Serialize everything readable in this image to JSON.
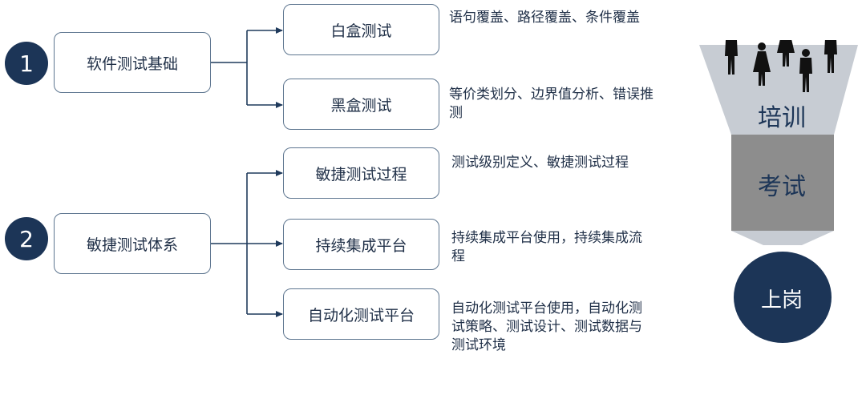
{
  "sections": [
    {
      "number": "1",
      "title": "软件测试基础",
      "items": [
        {
          "label": "白盒测试",
          "desc": "语句覆盖、路径覆盖、条件覆盖"
        },
        {
          "label": "黑盒测试",
          "desc": "等价类划分、边界值分析、错误推测"
        }
      ]
    },
    {
      "number": "2",
      "title": "敏捷测试体系",
      "items": [
        {
          "label": "敏捷测试过程",
          "desc": "测试级别定义、敏捷测试过程"
        },
        {
          "label": "持续集成平台",
          "desc": "持续集成平台使用，持续集成流程"
        },
        {
          "label": "自动化测试平台",
          "desc": "自动化测试平台使用，自动化测试策略、测试设计、测试数据与测试环境"
        }
      ]
    }
  ],
  "funnel": {
    "stage1": "培训",
    "stage2": "考试",
    "outcome": "上岗",
    "colors": {
      "top": "#c7ccd3",
      "middle": "#8d8d8d",
      "outcome": "#1c3557",
      "people": "#111111"
    }
  }
}
